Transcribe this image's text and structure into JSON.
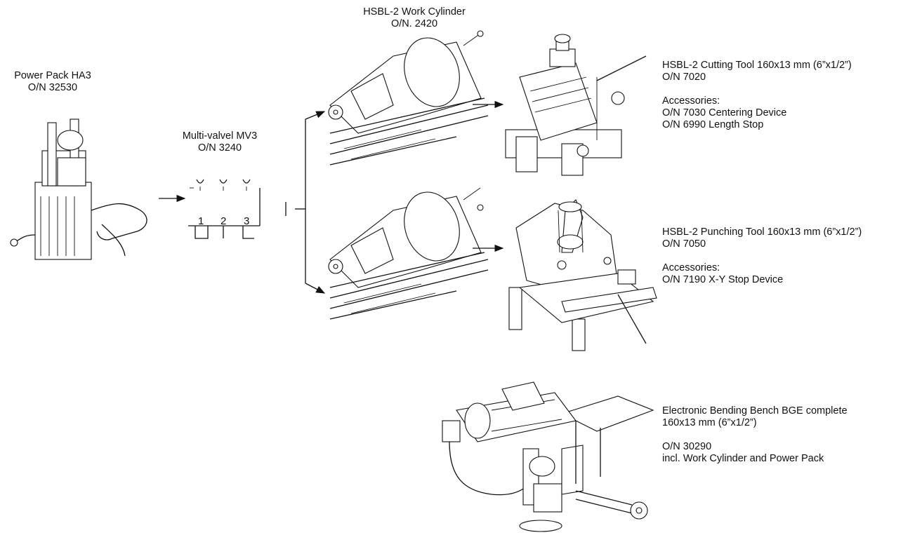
{
  "power_pack": {
    "name": "Power Pack HA3",
    "order": "O/N 32530"
  },
  "multi_valve": {
    "name": "Multi-valvel MV3",
    "order": "O/N 3240",
    "ports": [
      "1",
      "2",
      "3"
    ]
  },
  "work_cylinder": {
    "name": "HSBL-2 Work Cylinder",
    "order": "O/N. 2420"
  },
  "cutting_tool": {
    "name": "HSBL-2 Cutting Tool 160x13 mm (6”x1/2”)",
    "order": "O/N 7020",
    "accessories_heading": "Accessories:",
    "accessories": [
      "O/N 7030 Centering Device",
      "O/N 6990 Length Stop"
    ]
  },
  "punching_tool": {
    "name": "HSBL-2 Punching Tool 160x13 mm (6”x1/2”)",
    "order": "O/N 7050",
    "accessories_heading": "Accessories:",
    "accessories": [
      "O/N 7190 X-Y Stop Device"
    ]
  },
  "bending_bench": {
    "name": "Electronic Bending Bench BGE complete",
    "size": "160x13 mm (6”x1/2”)",
    "order": "O/N 30290",
    "note": "incl. Work Cylinder and Power Pack"
  }
}
